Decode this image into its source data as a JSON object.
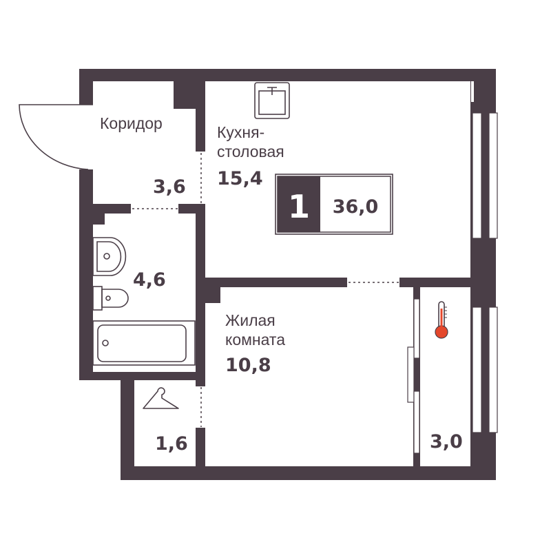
{
  "rooms": {
    "corridor": {
      "label": "Коридор",
      "area": "3,6"
    },
    "kitchen": {
      "label_line1": "Кухня-",
      "label_line2": "столовая",
      "area": "15,4"
    },
    "bathroom": {
      "area": "4,6"
    },
    "living": {
      "label_line1": "Жилая",
      "label_line2": "комната",
      "area": "10,8"
    },
    "wardrobe": {
      "area": "1,6"
    },
    "balcony": {
      "area": "3,0"
    }
  },
  "summary": {
    "rooms_count": "1",
    "total_area": "36,0"
  },
  "colors": {
    "wall": "#4a3e47",
    "accent": "#e4472b"
  }
}
